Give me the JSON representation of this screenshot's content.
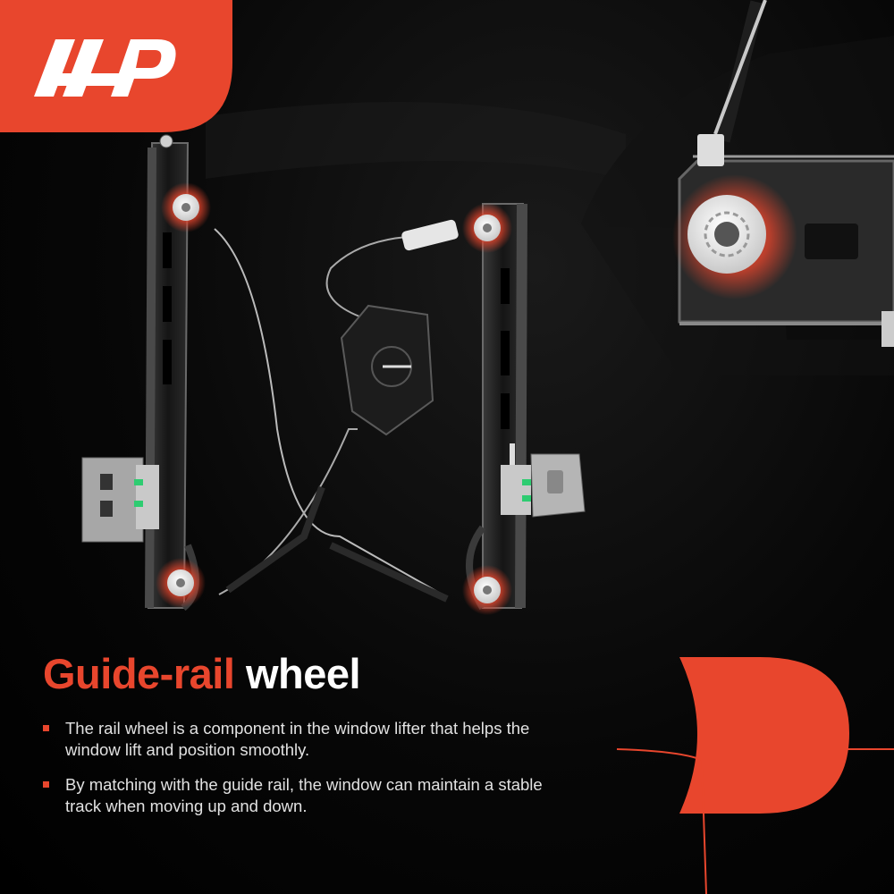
{
  "brand": {
    "logo_text": "A-P",
    "accent_color": "#e8462d",
    "background_color": "#000000",
    "text_color": "#ffffff"
  },
  "headline": {
    "accent_text": "Guide-rail",
    "plain_text": "wheel"
  },
  "bullets": [
    "The rail wheel is a component in the window lifter that helps the window lift and position smoothly.",
    "By matching with the guide rail, the window can maintain a stable track when moving up and down."
  ],
  "icons": {
    "bullet": "red-square-bullet",
    "highlight": "red-glow-circle"
  }
}
